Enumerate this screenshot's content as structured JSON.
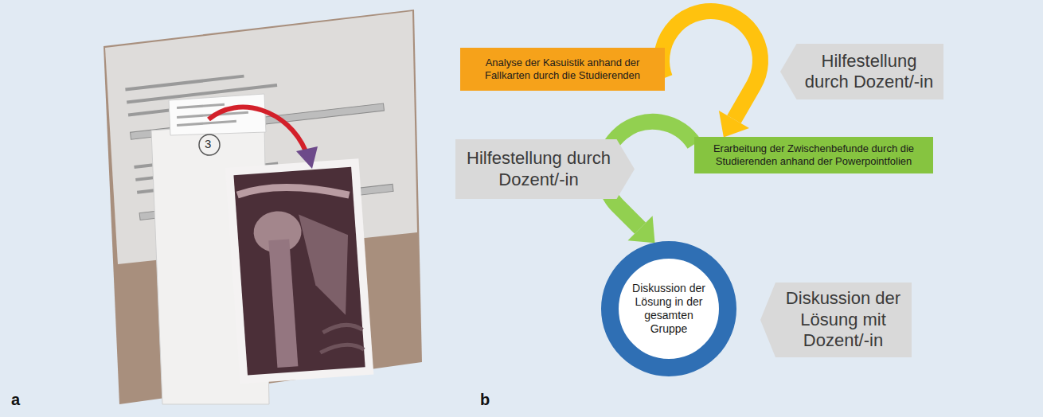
{
  "diagram": {
    "nodes": [
      {
        "text": [
          "Analyse der Kasuistik anhand der Fallkarten durch die Studierenden"
        ]
      },
      {
        "text": [
          "Hilfestellung durch Dozent/-in"
        ]
      },
      {
        "text": [
          "Erarbeitung der Zwischenbefunde durch die Studierenden anhand der Powerpointfolien"
        ]
      },
      {
        "text": [
          "Hilfestellung durch Dozent/-in"
        ]
      },
      {
        "text": [
          "Diskussion der Lösung in der gesamten Gruppe"
        ]
      },
      {
        "text": [
          "Diskussion der Lösung mit Dozent/-in"
        ]
      }
    ],
    "edges": [
      {
        "from": 0,
        "to": 2,
        "arrow": "to"
      },
      {
        "from": 2,
        "to": 4,
        "arrow": "to"
      }
    ],
    "labels": [
      "3",
      "a",
      "b"
    ]
  }
}
